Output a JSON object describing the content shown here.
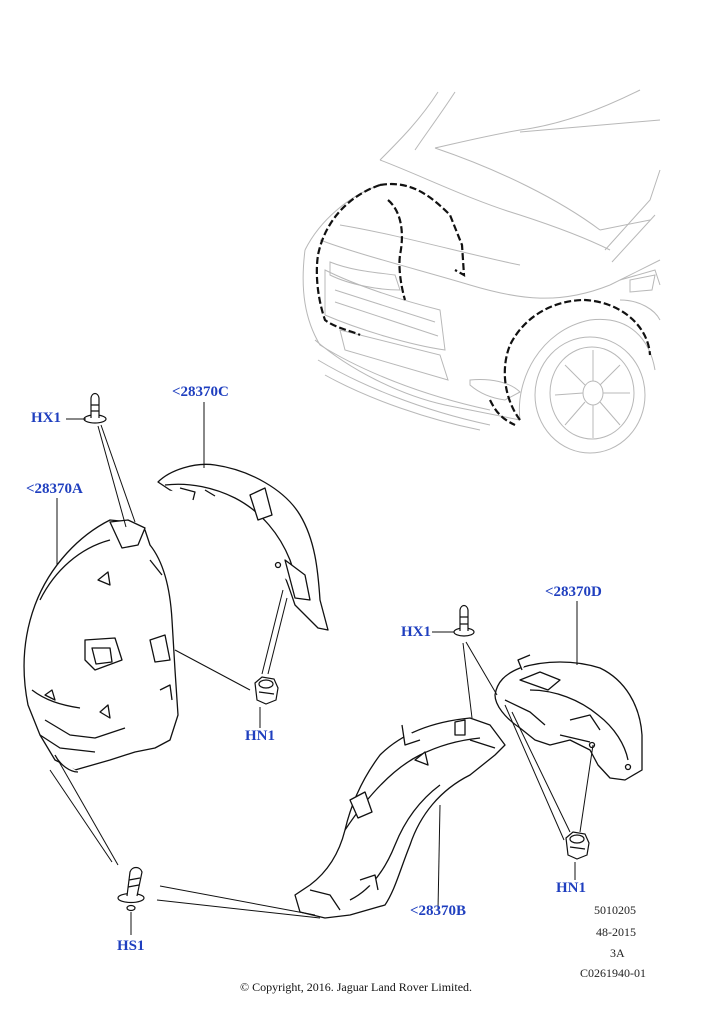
{
  "callouts": {
    "hx1_left": "HX1",
    "p28370a": "<28370A",
    "p28370c": "<28370C",
    "hn1_left": "HN1",
    "hx1_right": "HX1",
    "p28370d": "<28370D",
    "hn1_right": "HN1",
    "p28370b": "<28370B",
    "hs1": "HS1"
  },
  "meta": {
    "line1": "5010205",
    "line2": "48-2015",
    "line3": "3A",
    "line4": "C0261940-01"
  },
  "copyright": "© Copyright, 2016. Jaguar Land Rover Limited.",
  "colors": {
    "callout": "#1f3fbf",
    "vehicle_outline": "#b8b8b8",
    "part_outline": "#111111"
  }
}
